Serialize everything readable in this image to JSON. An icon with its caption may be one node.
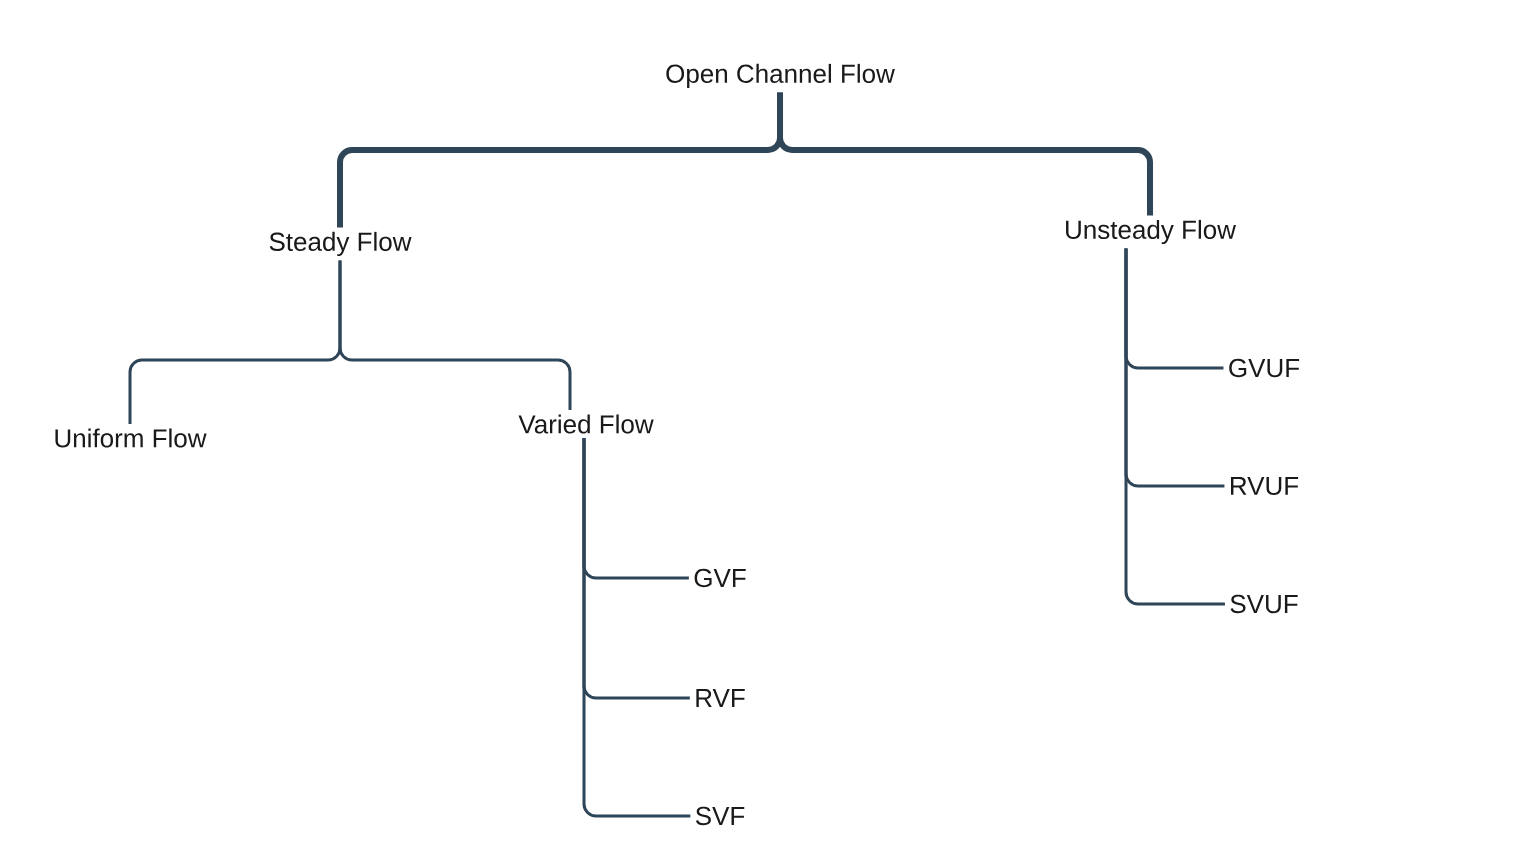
{
  "diagram": {
    "nodes": [
      {
        "text": [
          "Open Channel Flow"
        ]
      },
      {
        "text": [
          "Steady Flow"
        ]
      },
      {
        "text": [
          "Unsteady Flow"
        ]
      },
      {
        "text": [
          "Uniform Flow"
        ]
      },
      {
        "text": [
          "Varied Flow"
        ]
      },
      {
        "text": [
          "GVF"
        ]
      },
      {
        "text": [
          "RVF"
        ]
      },
      {
        "text": [
          "SVF"
        ]
      },
      {
        "text": [
          "GVUF"
        ]
      },
      {
        "text": [
          "RVUF"
        ]
      },
      {
        "text": [
          "SVUF"
        ]
      }
    ],
    "edges": [
      {
        "from": 0,
        "to": 1,
        "arrow": "none",
        "style": "thick"
      },
      {
        "from": 0,
        "to": 2,
        "arrow": "none",
        "style": "thick"
      },
      {
        "from": 1,
        "to": 3,
        "arrow": "none"
      },
      {
        "from": 1,
        "to": 4,
        "arrow": "none"
      },
      {
        "from": 4,
        "to": 5,
        "arrow": "none"
      },
      {
        "from": 4,
        "to": 6,
        "arrow": "none"
      },
      {
        "from": 4,
        "to": 7,
        "arrow": "none"
      },
      {
        "from": 2,
        "to": 8,
        "arrow": "none"
      },
      {
        "from": 2,
        "to": 9,
        "arrow": "none"
      },
      {
        "from": 2,
        "to": 10,
        "arrow": "none"
      }
    ]
  }
}
